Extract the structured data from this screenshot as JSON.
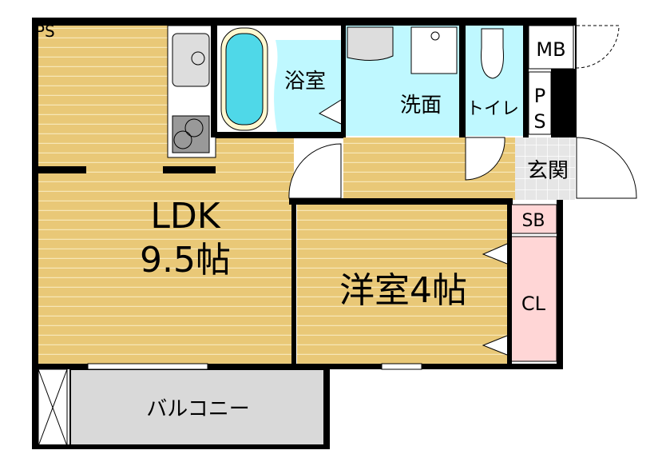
{
  "plan": {
    "rooms": {
      "ldk_name": "LDK",
      "ldk_size": "9.5帖",
      "western": "洋室4帖",
      "bath": "浴室",
      "washroom": "洗面",
      "toilet": "トイレ",
      "entrance": "玄関",
      "balcony": "バルコニー",
      "closet": "CL",
      "shoe_box": "SB",
      "meter_box": "MB",
      "pipe_space_top": "PS",
      "pipe_space_p": "P",
      "pipe_space_s": "S"
    },
    "colors": {
      "floor": "#e9c877",
      "wet": "#bff8ff",
      "closet": "#ffd6d6",
      "balcony": "#d9d9d9",
      "wall": "#000000"
    }
  }
}
